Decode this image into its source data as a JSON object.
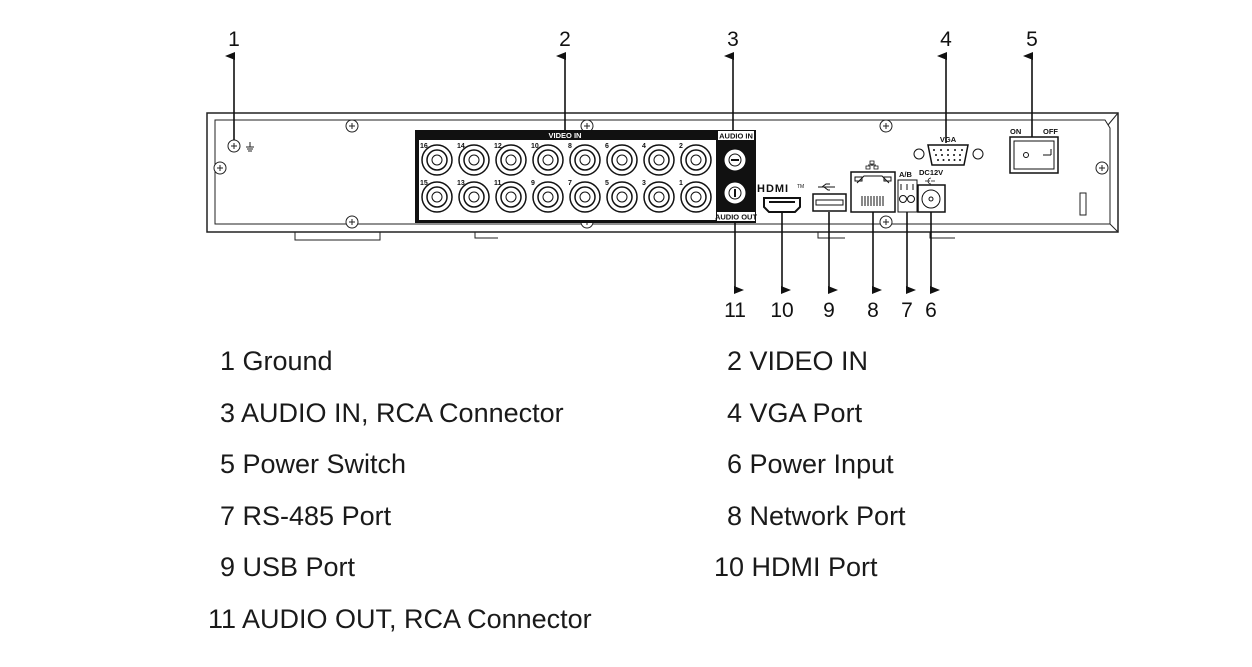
{
  "callouts_top": [
    "1",
    "2",
    "3",
    "4",
    "5"
  ],
  "callouts_bottom": [
    "11",
    "10",
    "9",
    "8",
    "7",
    "6"
  ],
  "panel_labels": {
    "video_in": "VIDEO IN",
    "audio_in": "AUDIO IN",
    "audio_out": "AUDIO OUT",
    "vga": "VGA",
    "on": "ON",
    "off": "OFF",
    "rs485": "A/B",
    "dc": "DC12V",
    "hdmi": "HDMI",
    "hdmi_tm": "TM"
  },
  "bnc_top_row": [
    "16",
    "14",
    "12",
    "10",
    "8",
    "6",
    "4",
    "2"
  ],
  "bnc_bottom_row": [
    "15",
    "13",
    "11",
    "9",
    "7",
    "5",
    "3",
    "1"
  ],
  "legend": [
    {
      "text": "1 Ground"
    },
    {
      "text": "2  VIDEO IN"
    },
    {
      "text": "3 AUDIO IN, RCA Connector"
    },
    {
      "text": "4  VGA Port"
    },
    {
      "text": "5 Power Switch"
    },
    {
      "text": "6  Power Input"
    },
    {
      "text": "7 RS-485 Port"
    },
    {
      "text": "8  Network Port"
    },
    {
      "text": "9 USB Port"
    },
    {
      "text": "10  HDMI Port"
    },
    {
      "text": "11 AUDIO OUT, RCA Connector"
    }
  ]
}
